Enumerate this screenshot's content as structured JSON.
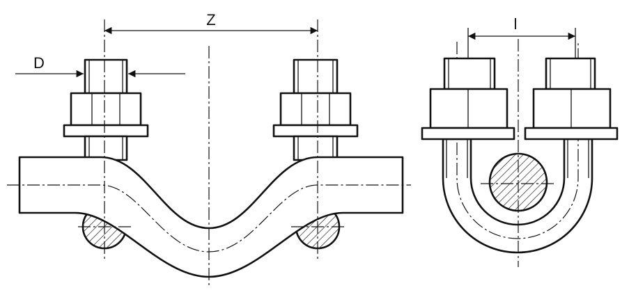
{
  "labels": {
    "z": "Z",
    "d": "D",
    "l": "l"
  },
  "colors": {
    "line": "#111111",
    "background": "#ffffff"
  }
}
